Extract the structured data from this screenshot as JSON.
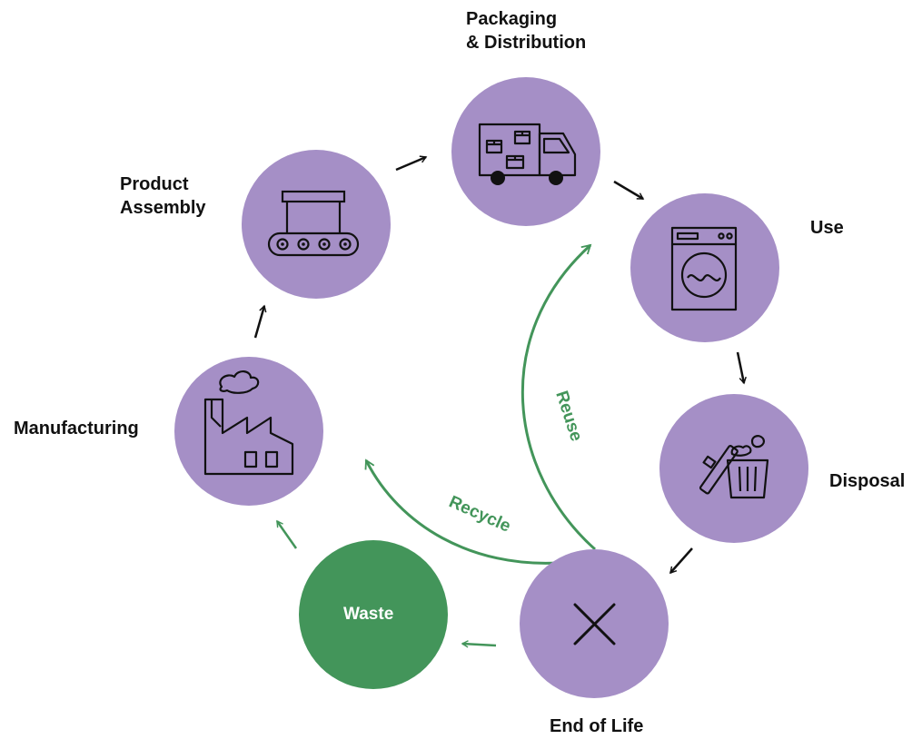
{
  "colors": {
    "stage_fill": "#a58fc6",
    "waste_fill": "#43955a",
    "loop_color": "#43955a",
    "icon_stroke": "#111111",
    "arrow_color": "#111111"
  },
  "stages": [
    {
      "id": "manufacturing",
      "label": "Manufacturing",
      "icon": "factory-icon"
    },
    {
      "id": "product-assembly",
      "label_line1": "Product",
      "label_line2": "Assembly",
      "icon": "conveyor-belt-icon"
    },
    {
      "id": "packaging-distribution",
      "label_line1": "Packaging",
      "label_line2": "& Distribution",
      "icon": "delivery-truck-icon"
    },
    {
      "id": "use",
      "label": "Use",
      "icon": "washing-machine-icon"
    },
    {
      "id": "disposal",
      "label": "Disposal",
      "icon": "trash-can-icon"
    },
    {
      "id": "end-of-life",
      "label": "End of Life",
      "icon": "x-mark-icon"
    }
  ],
  "waste": {
    "label": "Waste"
  },
  "loops": {
    "reuse": {
      "label": "Reuse"
    },
    "recycle": {
      "label": "Recycle"
    }
  }
}
